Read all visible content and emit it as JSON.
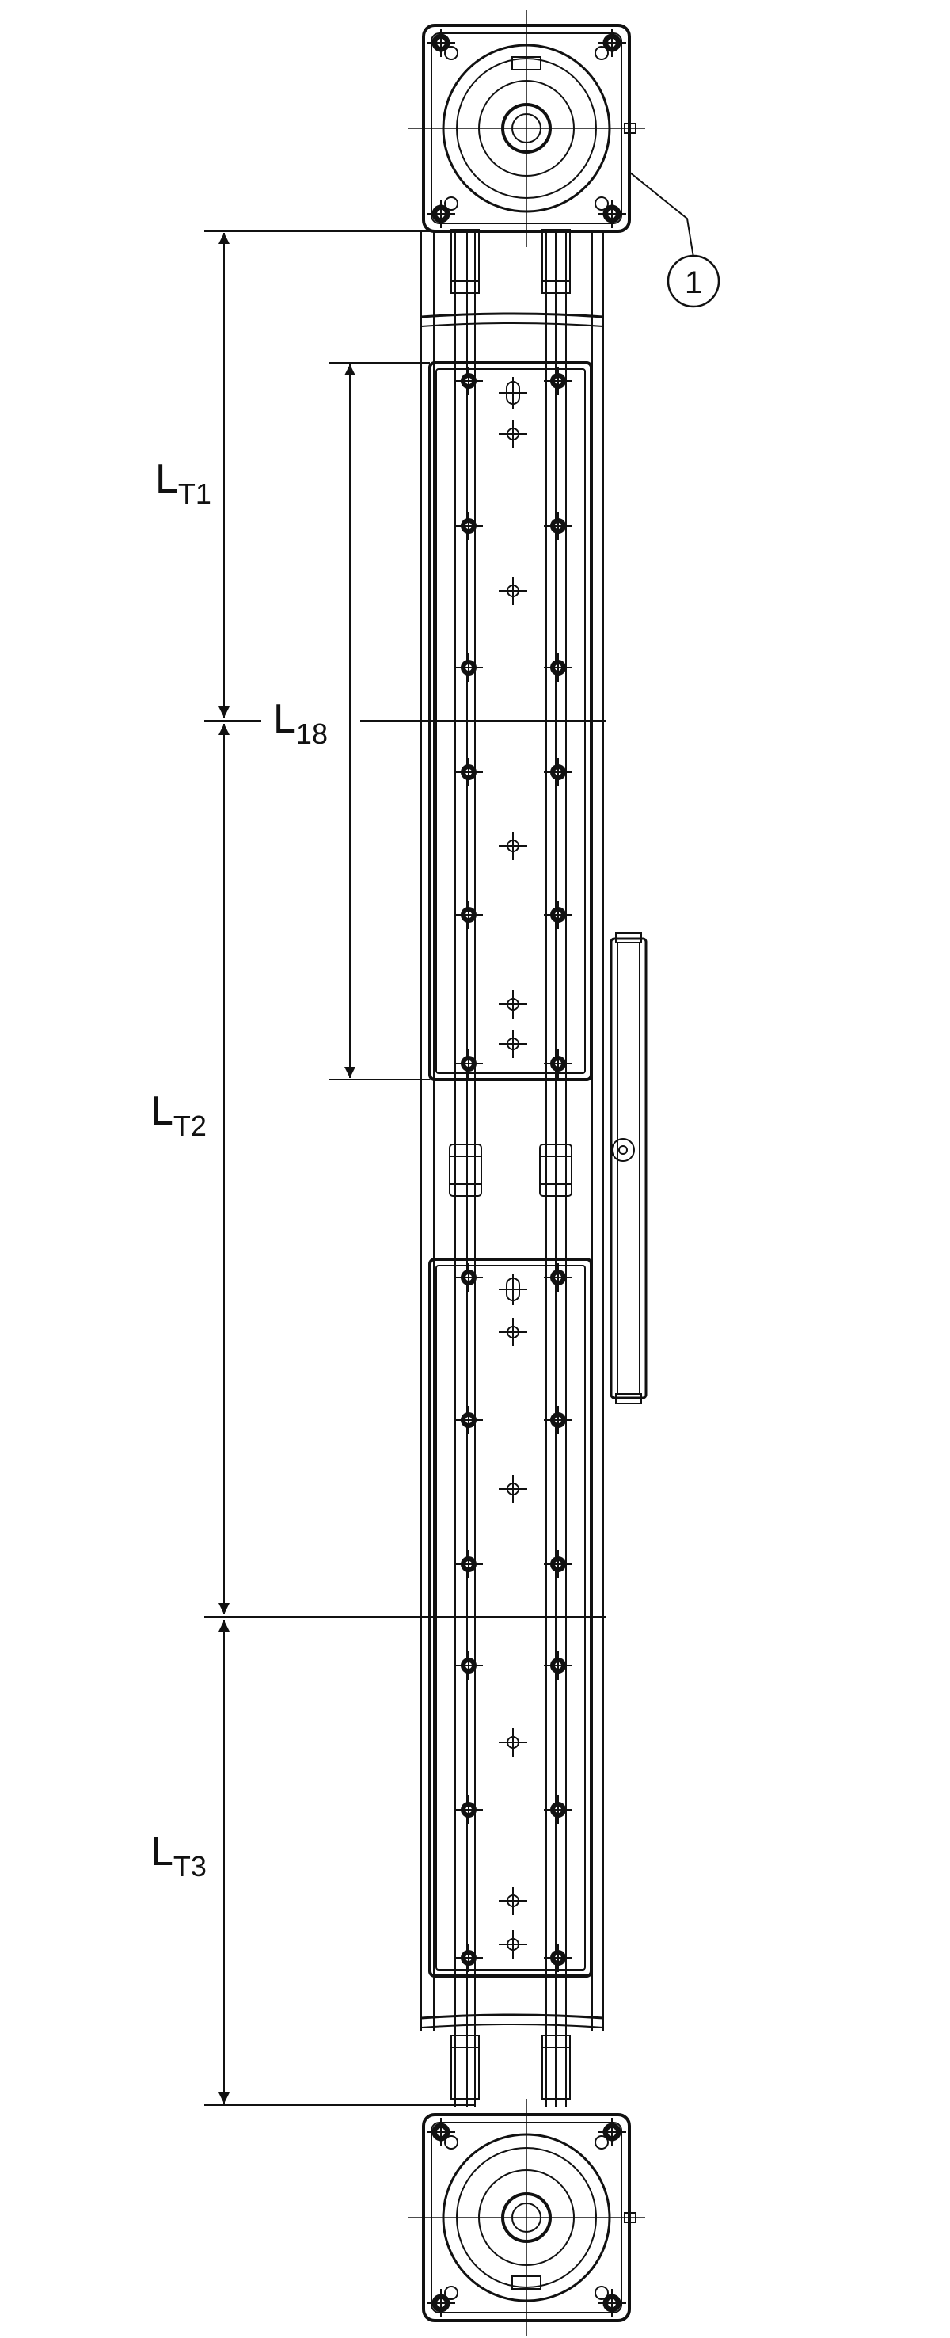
{
  "dimensions": {
    "lt1": {
      "main": "L",
      "sub": "T1"
    },
    "l18": {
      "main": "L",
      "sub": "18"
    },
    "lt2": {
      "main": "L",
      "sub": "T2"
    },
    "lt3": {
      "main": "L",
      "sub": "T3"
    }
  },
  "callout": {
    "number": "1"
  },
  "colors": {
    "line": "#111111",
    "background": "#ffffff"
  }
}
